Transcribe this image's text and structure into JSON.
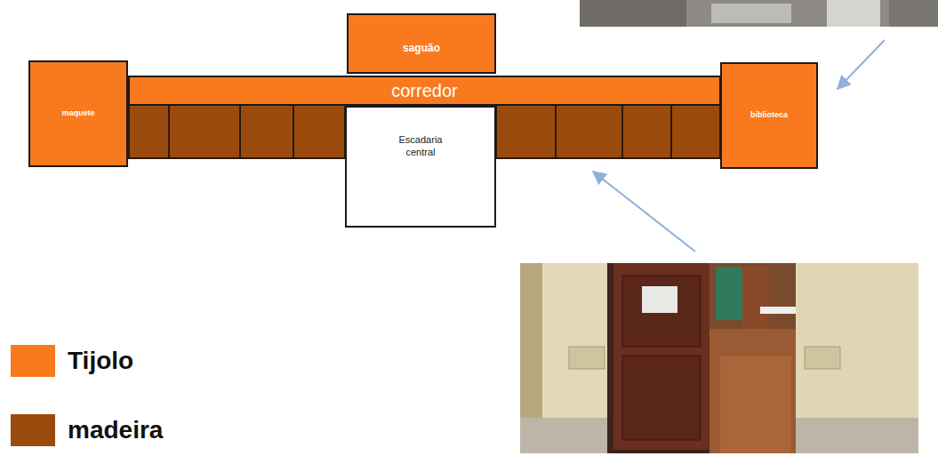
{
  "diagram": {
    "nodes": [
      {
        "text": [
          "saguão"
        ]
      },
      {
        "text": [
          "maquete"
        ]
      },
      {
        "text": [
          "corredor"
        ]
      },
      {
        "text": [
          "biblioteca"
        ]
      },
      {
        "text": [
          "Escadaria central"
        ]
      }
    ],
    "legend": [
      {
        "text": "Tijolo",
        "color": "#f97a1e"
      },
      {
        "text": "madeira",
        "color": "#9b4a0e"
      }
    ]
  }
}
